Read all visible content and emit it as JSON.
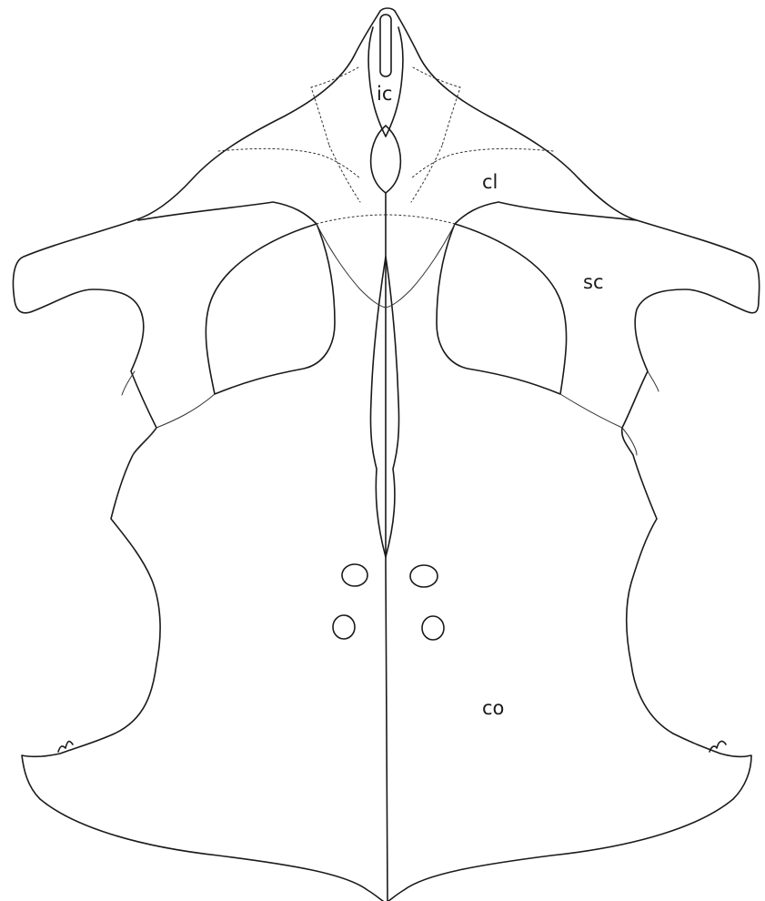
{
  "diagram": {
    "labels": {
      "interclavicle": "ic",
      "clavicle": "cl",
      "scapula": "sc",
      "coracoid": "co"
    },
    "colors": {
      "background": "#ffffff",
      "outline": "#1a1a1a",
      "suture": "#333333"
    }
  }
}
